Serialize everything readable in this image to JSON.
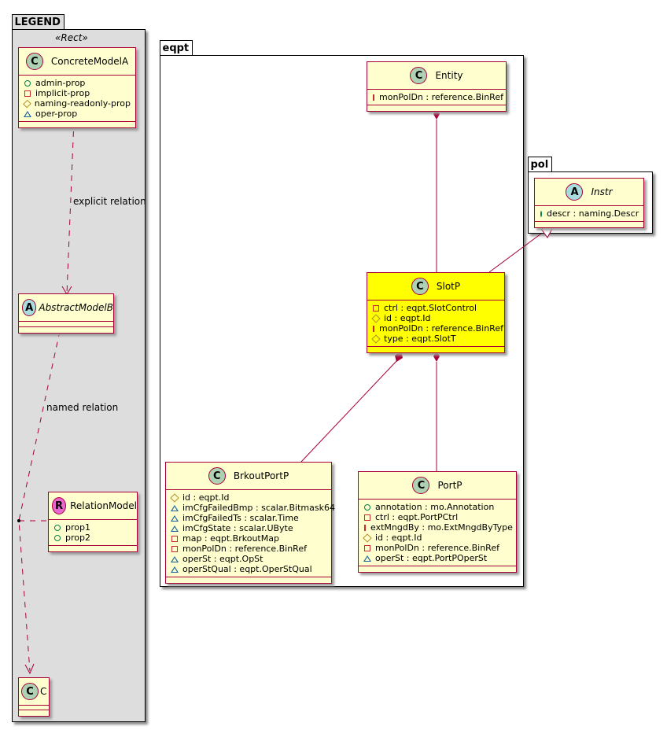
{
  "legend": {
    "package_name": "LEGEND",
    "stereotype": "«Rect»",
    "classes": {
      "concrete": {
        "badge": "C",
        "name": "ConcreteModelA",
        "attrs": [
          {
            "vis": "pub",
            "text": "admin-prop"
          },
          {
            "vis": "priv",
            "text": "implicit-prop"
          },
          {
            "vis": "prot",
            "text": "naming-readonly-prop"
          },
          {
            "vis": "pkgv",
            "text": "oper-prop"
          }
        ]
      },
      "abstract": {
        "badge": "A",
        "name": "AbstractModelB"
      },
      "relation": {
        "badge": "R",
        "name": "RelationModel",
        "attrs": [
          {
            "vis": "pub",
            "text": "prop1"
          },
          {
            "vis": "pub",
            "text": "prop2"
          }
        ]
      },
      "c": {
        "badge": "C",
        "name": "C"
      }
    },
    "edges": {
      "explicit_label": "explicit relation",
      "named_label": "named relation"
    }
  },
  "eqpt": {
    "package_name": "eqpt",
    "entity": {
      "badge": "C",
      "name": "Entity",
      "attrs": [
        {
          "vis": "priv",
          "text": "monPolDn : reference.BinRef"
        }
      ]
    },
    "slotp": {
      "badge": "C",
      "name": "SlotP",
      "attrs": [
        {
          "vis": "priv",
          "text": "ctrl : eqpt.SlotControl"
        },
        {
          "vis": "prot",
          "text": "id : eqpt.Id"
        },
        {
          "vis": "priv",
          "text": "monPolDn : reference.BinRef"
        },
        {
          "vis": "prot",
          "text": "type : eqpt.SlotT"
        }
      ]
    },
    "brkoutportp": {
      "badge": "C",
      "name": "BrkoutPortP",
      "attrs": [
        {
          "vis": "prot",
          "text": "id : eqpt.Id"
        },
        {
          "vis": "pkgv",
          "text": "imCfgFailedBmp : scalar.Bitmask64"
        },
        {
          "vis": "pkgv",
          "text": "imCfgFailedTs : scalar.Time"
        },
        {
          "vis": "pkgv",
          "text": "imCfgState : scalar.UByte"
        },
        {
          "vis": "priv",
          "text": "map : eqpt.BrkoutMap"
        },
        {
          "vis": "priv",
          "text": "monPolDn : reference.BinRef"
        },
        {
          "vis": "pkgv",
          "text": "operSt : eqpt.OpSt"
        },
        {
          "vis": "pkgv",
          "text": "operStQual : eqpt.OperStQual"
        }
      ]
    },
    "portp": {
      "badge": "C",
      "name": "PortP",
      "attrs": [
        {
          "vis": "pub",
          "text": "annotation : mo.Annotation"
        },
        {
          "vis": "priv",
          "text": "ctrl : eqpt.PortPCtrl"
        },
        {
          "vis": "priv",
          "text": "extMngdBy : mo.ExtMngdByType"
        },
        {
          "vis": "prot",
          "text": "id : eqpt.Id"
        },
        {
          "vis": "priv",
          "text": "monPolDn : reference.BinRef"
        },
        {
          "vis": "pkgv",
          "text": "operSt : eqpt.PortPOperSt"
        }
      ]
    }
  },
  "pol": {
    "package_name": "pol",
    "instr": {
      "badge": "A",
      "name": "Instr",
      "attrs": [
        {
          "vis": "pub",
          "text": "descr : naming.Descr"
        }
      ]
    }
  },
  "colors": {
    "edge": "#a80036",
    "class_fill": "#fefece",
    "highlight_fill": "#ffff00",
    "legend_fill": "#dddddd"
  }
}
